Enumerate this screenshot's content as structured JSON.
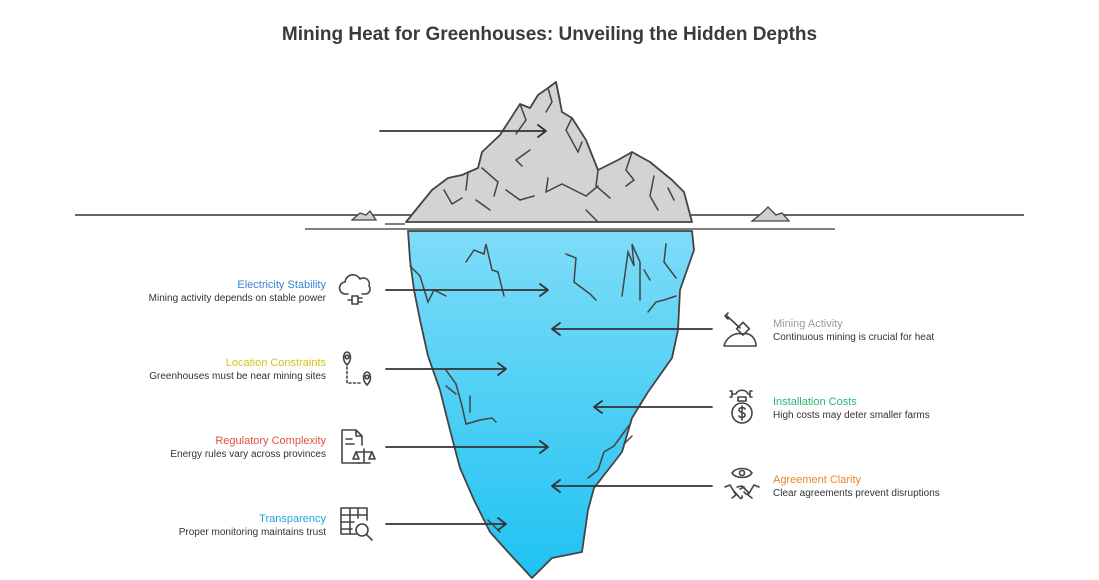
{
  "title": "Mining Heat for Greenhouses: Unveiling the Hidden Depths",
  "left_items": [
    {
      "title": "Electricity Stability",
      "desc": "Mining activity depends on stable power",
      "color": "#3b82d6",
      "icon": "cloud-plug-icon"
    },
    {
      "title": "Location Constraints",
      "desc": "Greenhouses must be near mining sites",
      "color": "#d6c21a",
      "icon": "location-route-icon"
    },
    {
      "title": "Regulatory Complexity",
      "desc": "Energy rules vary across provinces",
      "color": "#e0523f",
      "icon": "document-scale-icon"
    },
    {
      "title": "Transparency",
      "desc": "Proper monitoring maintains trust",
      "color": "#1fa7d8",
      "icon": "table-search-icon"
    }
  ],
  "right_items": [
    {
      "title": "Mining Activity",
      "desc": "Continuous mining is crucial for heat",
      "color": "#9a9a9a",
      "icon": "shovel-mound-icon"
    },
    {
      "title": "Installation Costs",
      "desc": "High costs may deter smaller farms",
      "color": "#2bb673",
      "icon": "money-bag-icon"
    },
    {
      "title": "Agreement Clarity",
      "desc": "Clear agreements prevent disruptions",
      "color": "#e8872a",
      "icon": "eye-handshake-icon"
    }
  ]
}
